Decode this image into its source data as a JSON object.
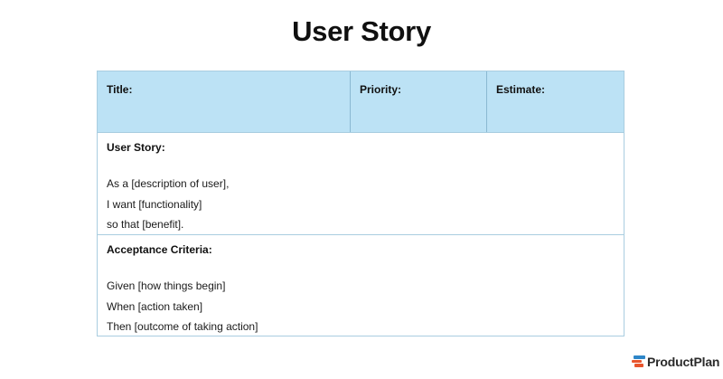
{
  "page": {
    "title": "User Story",
    "background_color": "#ffffff"
  },
  "table": {
    "border_color": "#a9cde0",
    "header_fill": "#bce2f5",
    "header_cells": [
      {
        "label": "Title:"
      },
      {
        "label": "Priority:"
      },
      {
        "label": "Estimate:"
      }
    ],
    "sections": [
      {
        "label": "User Story:",
        "lines": [
          "As a [description of user],",
          "I want [functionality]",
          "so that [benefit]."
        ]
      },
      {
        "label": "Acceptance Criteria:",
        "lines": [
          "Given [how things begin]",
          "When [action taken]",
          "Then [outcome of taking action]"
        ]
      }
    ]
  },
  "logo": {
    "text": "ProductPlan",
    "mark_colors": [
      "#2e86c8",
      "#e8552d",
      "#e8552d"
    ]
  }
}
